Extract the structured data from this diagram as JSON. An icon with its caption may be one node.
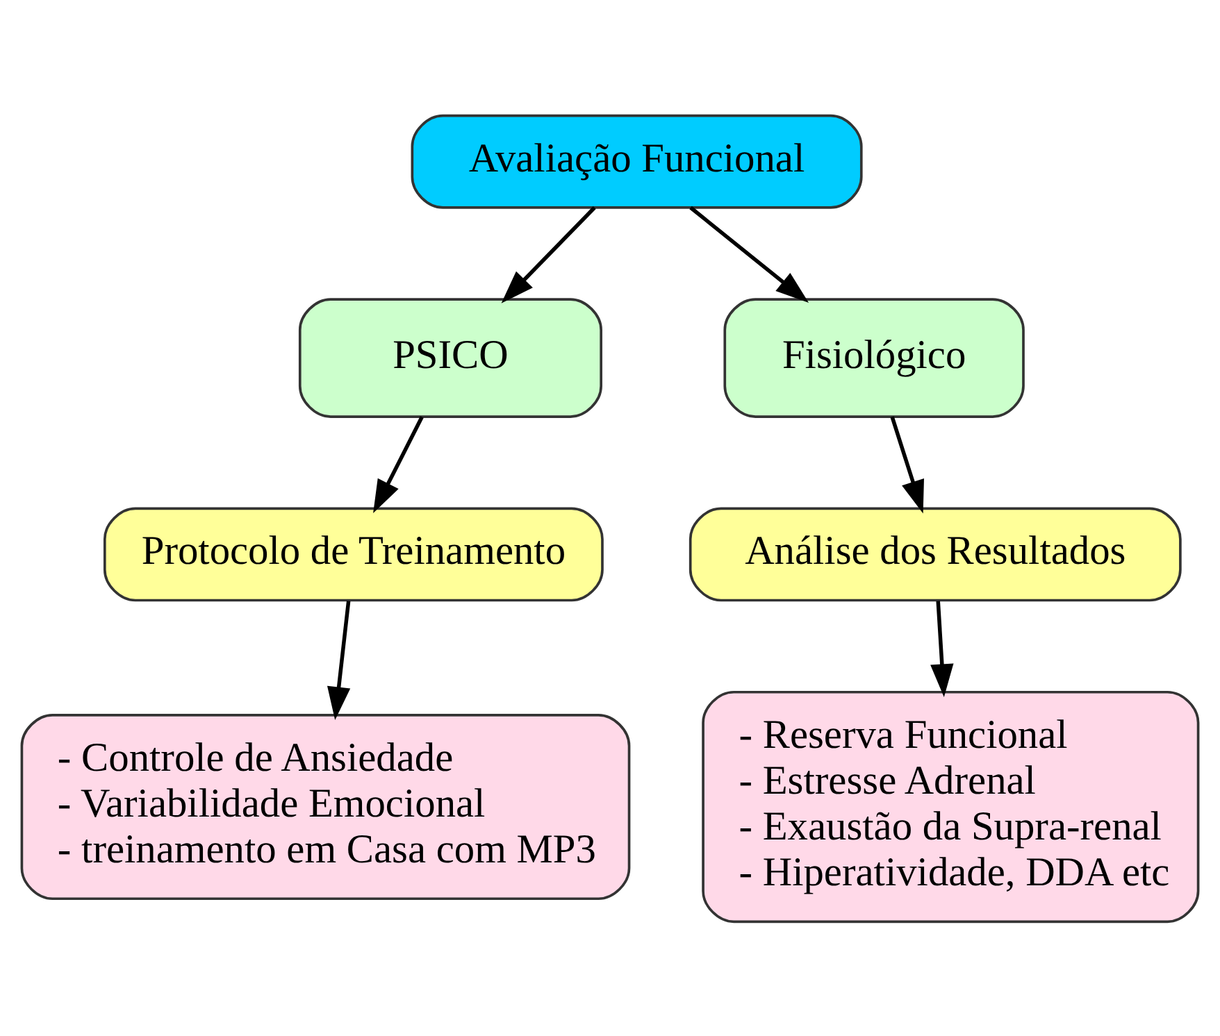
{
  "diagram": {
    "nodes": [
      {
        "text": [
          "Avaliação Funcional"
        ]
      },
      {
        "text": [
          "PSICO"
        ]
      },
      {
        "text": [
          "Fisiológico"
        ]
      },
      {
        "text": [
          "Protocolo de Treinamento"
        ]
      },
      {
        "text": [
          "Análise dos Resultados"
        ]
      },
      {
        "text": [
          "- Controle de Ansiedade",
          "- Variabilidade Emocional",
          "- treinamento em Casa com MP3"
        ]
      },
      {
        "text": [
          "- Reserva Funcional",
          "- Estresse Adrenal",
          "- Exaustão da Supra-renal",
          "- Hiperatividade, DDA etc"
        ]
      }
    ],
    "edges": [
      {
        "from": 0,
        "to": 1,
        "arrow": "to"
      },
      {
        "from": 0,
        "to": 2,
        "arrow": "to"
      },
      {
        "from": 1,
        "to": 3,
        "arrow": "to"
      },
      {
        "from": 2,
        "to": 4,
        "arrow": "to"
      },
      {
        "from": 3,
        "to": 5,
        "arrow": "to"
      },
      {
        "from": 4,
        "to": 6,
        "arrow": "to"
      }
    ]
  }
}
